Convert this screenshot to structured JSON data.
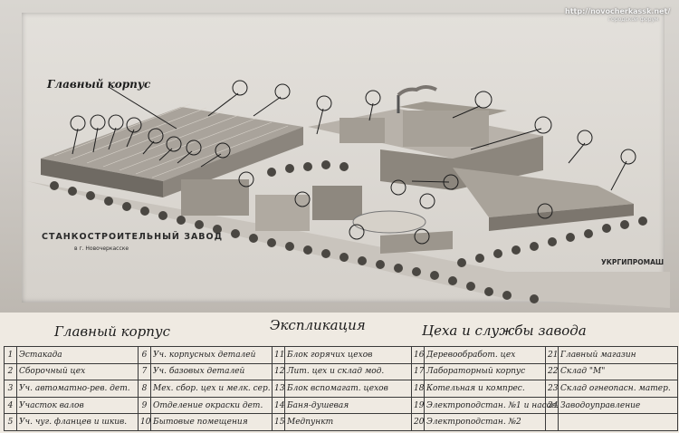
{
  "watermark": {
    "site": "http://novocherkassk.net/",
    "sub": "городской форум"
  },
  "main_building_callout": "Главный корпус",
  "plant_title": "СТАНКОСТРОИТЕЛЬНЫЙ ЗАВОД",
  "plant_location": "в г. Новочеркасске",
  "organization": "УКРГИПРОМАШ",
  "legend_headers": {
    "left": "Главный корпус",
    "center": "Экспликация",
    "right": "Цеха и службы завода"
  },
  "legend": [
    {
      "no": "1",
      "text": "Эстакада"
    },
    {
      "no": "2",
      "text": "Сборочный цех"
    },
    {
      "no": "3",
      "text": "Уч. автоматно-рев. дет."
    },
    {
      "no": "4",
      "text": "Участок валов"
    },
    {
      "no": "5",
      "text": "Уч. чуг. фланцев и шкив."
    },
    {
      "no": "6",
      "text": "Уч. корпусных деталей"
    },
    {
      "no": "7",
      "text": "Уч. базовых деталей"
    },
    {
      "no": "8",
      "text": "Мех. сбор. цех и мелк. сер."
    },
    {
      "no": "9",
      "text": "Отделение окраски дет."
    },
    {
      "no": "10",
      "text": "Бытовые помещения"
    },
    {
      "no": "11",
      "text": "Блок горячих цехов"
    },
    {
      "no": "12",
      "text": "Лит. цех и склад мод."
    },
    {
      "no": "13",
      "text": "Блок вспомагат. цехов"
    },
    {
      "no": "14",
      "text": "Баня-душевая"
    },
    {
      "no": "15",
      "text": "Медпункт"
    },
    {
      "no": "16",
      "text": "Деревообработ. цех"
    },
    {
      "no": "17",
      "text": "Лабораторный корпус"
    },
    {
      "no": "18",
      "text": "Котельная и компрес."
    },
    {
      "no": "19",
      "text": "Электроподстан. №1 и насос."
    },
    {
      "no": "20",
      "text": "Электроподстан. №2"
    },
    {
      "no": "21",
      "text": "Главный магазин"
    },
    {
      "no": "22",
      "text": "Склад \"М\""
    },
    {
      "no": "23",
      "text": "Склад огнеопасн. матер."
    },
    {
      "no": "24",
      "text": "Заводоуправление"
    },
    {
      "no": "",
      "text": ""
    }
  ]
}
